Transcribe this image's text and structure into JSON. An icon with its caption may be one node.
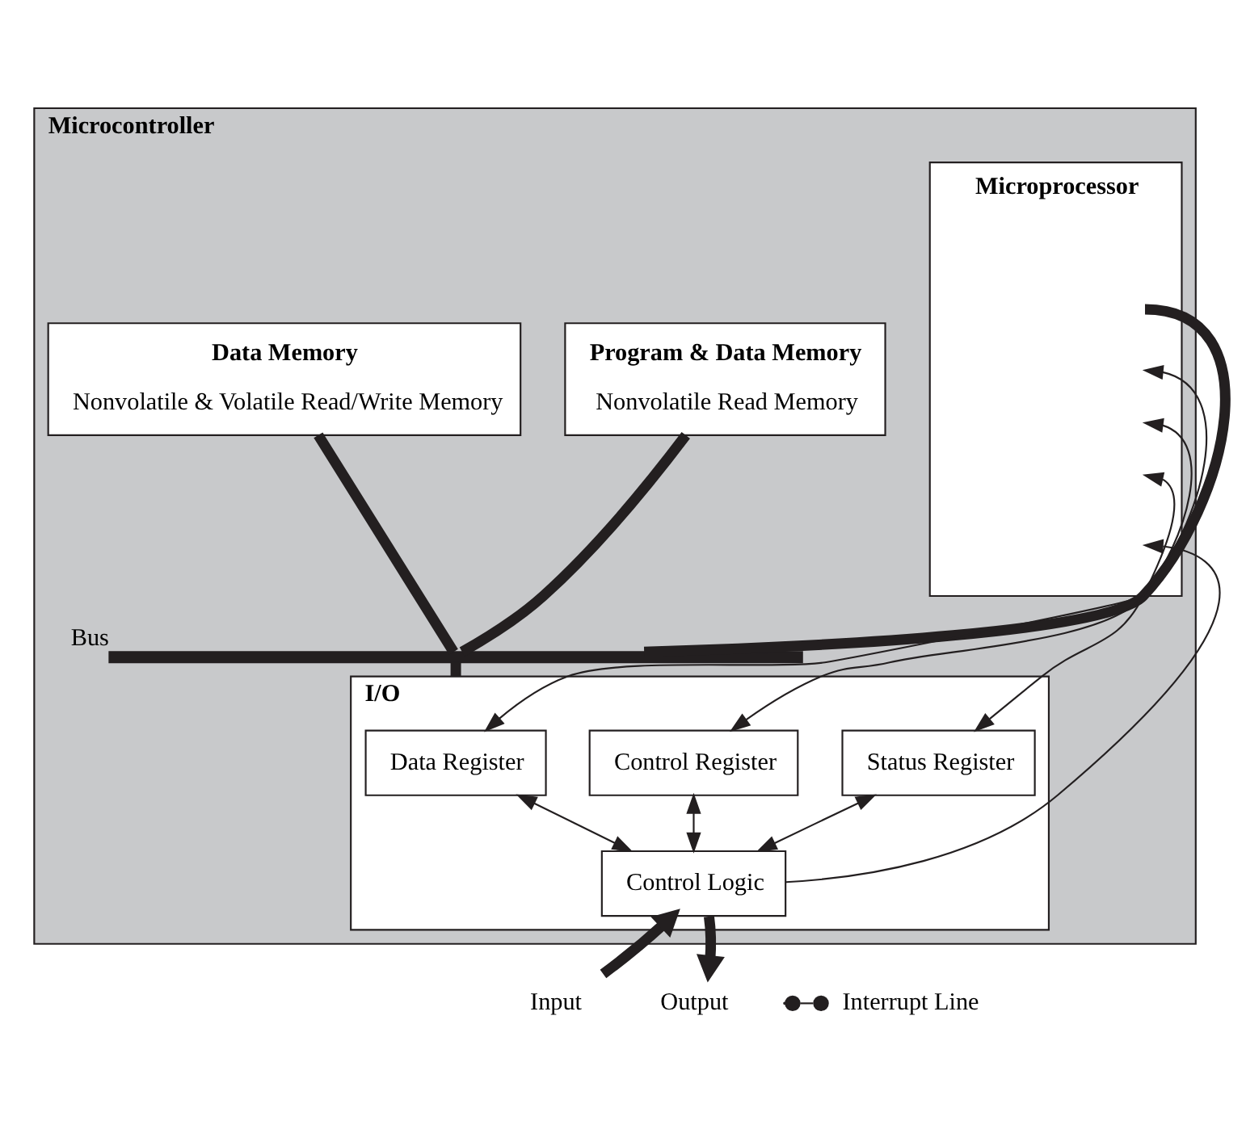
{
  "diagram": {
    "nodes": [
      {
        "text": [
          "Microcontroller"
        ]
      },
      {
        "text": [
          "Microprocessor"
        ],
        "in": 0
      },
      {
        "text": [
          "Program & Data Memory",
          "Nonvolatile Read Memory"
        ],
        "in": 0
      },
      {
        "text": [
          "Data Memory",
          "Nonvolatile & Volatile Read/Write Memory"
        ],
        "in": 0
      },
      {
        "text": [],
        "shape": "bar",
        "beside": [
          "Bus"
        ],
        "in": 0
      },
      {
        "text": [
          "I/O"
        ],
        "in": 0
      },
      {
        "text": [
          "Data Register"
        ],
        "in": 5
      },
      {
        "text": [
          "Control Register"
        ],
        "in": 5
      },
      {
        "text": [
          "Status Register"
        ],
        "in": 5
      },
      {
        "text": [
          "Control Logic"
        ],
        "in": 5
      },
      {
        "text": [
          "Interrupt Line"
        ]
      },
      {
        "text": [
          "Input"
        ]
      },
      {
        "text": [
          "Output"
        ]
      }
    ],
    "edges": [
      {
        "from": 2,
        "to": 4,
        "arrow": "none",
        "style": "thick"
      },
      {
        "from": 3,
        "to": 4,
        "arrow": "none",
        "style": "thick"
      },
      {
        "from": 1,
        "to": 4,
        "arrow": "none",
        "style": "thick"
      },
      {
        "from": 4,
        "to": 5,
        "arrow": "none",
        "style": "thick"
      },
      {
        "from": 1,
        "to": 6,
        "arrow": "both"
      },
      {
        "from": 1,
        "to": 7,
        "arrow": "both"
      },
      {
        "from": 1,
        "to": 8,
        "arrow": "both"
      },
      {
        "from": 6,
        "to": 9,
        "arrow": "both"
      },
      {
        "from": 7,
        "to": 9,
        "arrow": "both"
      },
      {
        "from": 8,
        "to": 9,
        "arrow": "both"
      },
      {
        "from": 9,
        "to": 1,
        "arrow": "to"
      },
      {
        "from": 10,
        "to": null,
        "arrow": "other"
      },
      {
        "from": 11,
        "to": 9,
        "arrow": "to",
        "style": "thick"
      },
      {
        "from": 9,
        "to": 12,
        "arrow": "to",
        "style": "thick"
      }
    ]
  }
}
